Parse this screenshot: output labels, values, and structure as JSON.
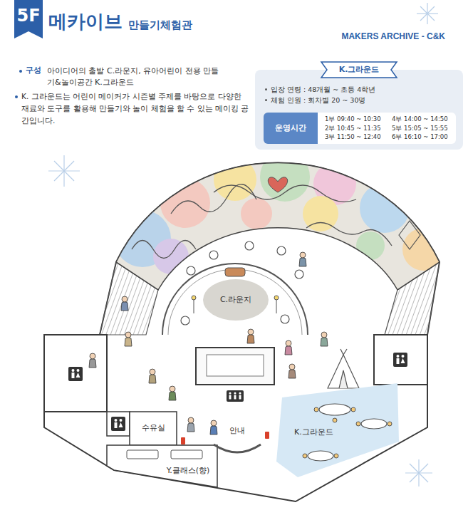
{
  "diagram": {
    "title": "메카이브",
    "nodes": [
      {
        "text": [
          "5F"
        ]
      },
      {
        "text": [
          "입장 연령 : 48개월 ~ 초등 4학년",
          "체험 인원 : 회차별 20 ~ 30명"
        ]
      },
      {
        "text": [
          "K.그라운드"
        ],
        "in": 1
      },
      {
        "text": [
          "운영시간"
        ],
        "in": 1
      },
      {
        "text": [
          "1부 09:40 ~ 10:30",
          "2부 10:45 ~ 11:35",
          "3부 11:50 ~ 12:40",
          "4부 14:00 ~ 14:50",
          "5부 15:05 ~ 15:55",
          "6부 16:10 ~ 17:00"
        ],
        "in": 1
      },
      {
        "text": [
          "C.라운지"
        ]
      },
      {
        "text": [
          "수유실"
        ]
      },
      {
        "text": [
          "K.그라운드"
        ]
      },
      {
        "text": [
          "Y.클래스(향)"
        ]
      }
    ],
    "labels": [
      "만들기체험관",
      "MAKERS ARCHIVE - C&K",
      "구성",
      "아이디어의 출발 C.라운지, 유아어린이 전용 만들기&놀이공간 K.그라운드",
      "K. 그라운드는 어린이 메이커가 시즌별 주제를 바탕으로 다양한 재료와 도구를 활용해 만들기와 놀이 체험을 할 수 있는 메이킹 공간입니다.",
      "안내"
    ]
  }
}
